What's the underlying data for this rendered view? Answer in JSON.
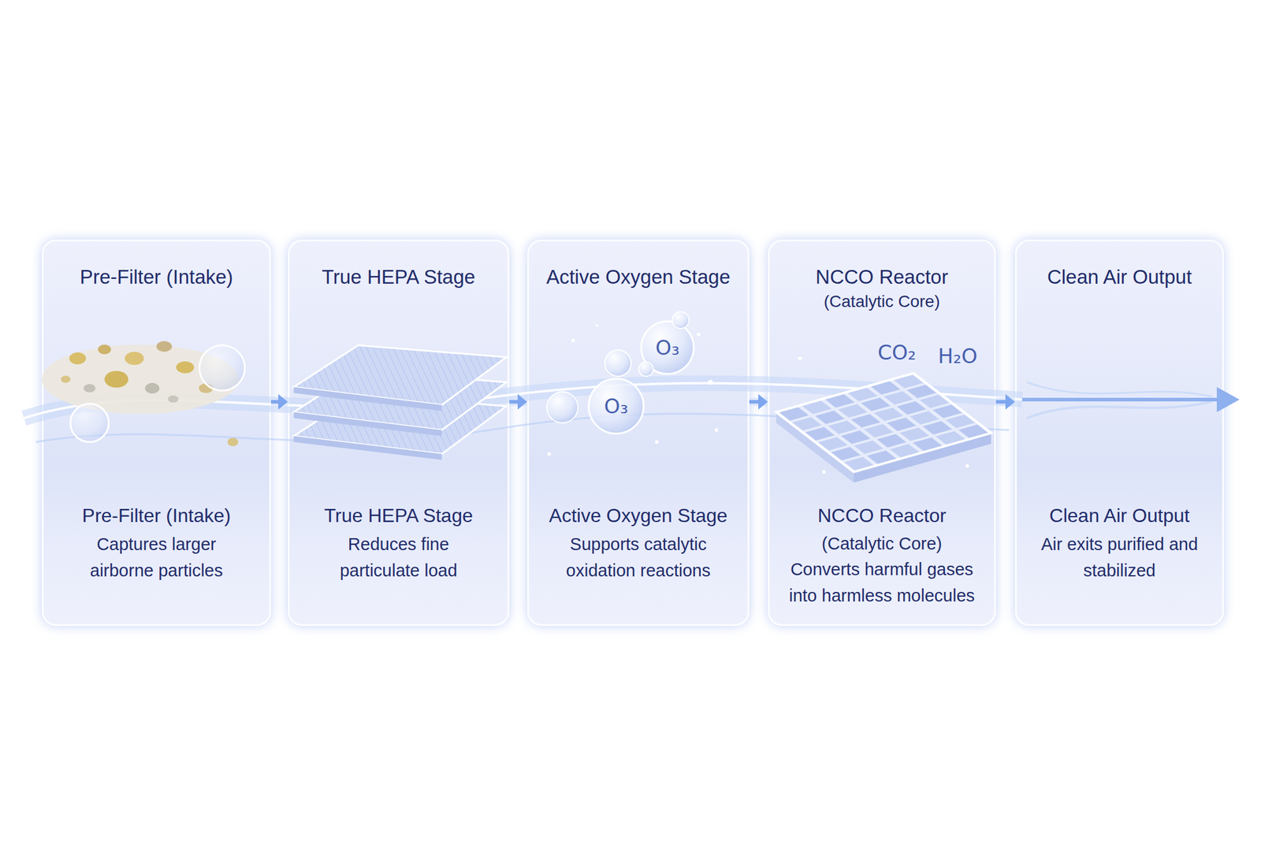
{
  "diagram": {
    "nodes": [
      {
        "text": [
          "Pre-Filter (Intake)",
          "Pre-Filter (Intake)",
          "Captures larger airborne particles"
        ]
      },
      {
        "text": [
          "True HEPA Stage",
          "True HEPA Stage",
          "Reduces fine particulate load"
        ]
      },
      {
        "text": [
          "Active Oxygen Stage",
          "Active Oxygen Stage",
          "Supports catalytic oxidation reactions"
        ]
      },
      {
        "text": [
          "NCCO Reactor",
          "(Catalytic Core)",
          "NCCO Reactor",
          "(Catalytic Core)",
          "Converts harmful gases into harmless molecules"
        ]
      },
      {
        "text": [
          "Clean Air Output",
          "Clean Air Output",
          "Air exits purified and stabilized"
        ]
      }
    ],
    "edges": [
      {
        "from": 0,
        "to": 1,
        "arrow": "to"
      },
      {
        "from": 1,
        "to": 2,
        "arrow": "to"
      },
      {
        "from": 2,
        "to": 3,
        "arrow": "to"
      },
      {
        "from": 3,
        "to": 4,
        "arrow": "to"
      }
    ],
    "labels": [
      "O₃",
      "O₃",
      "CO₂",
      "H₂O"
    ]
  }
}
